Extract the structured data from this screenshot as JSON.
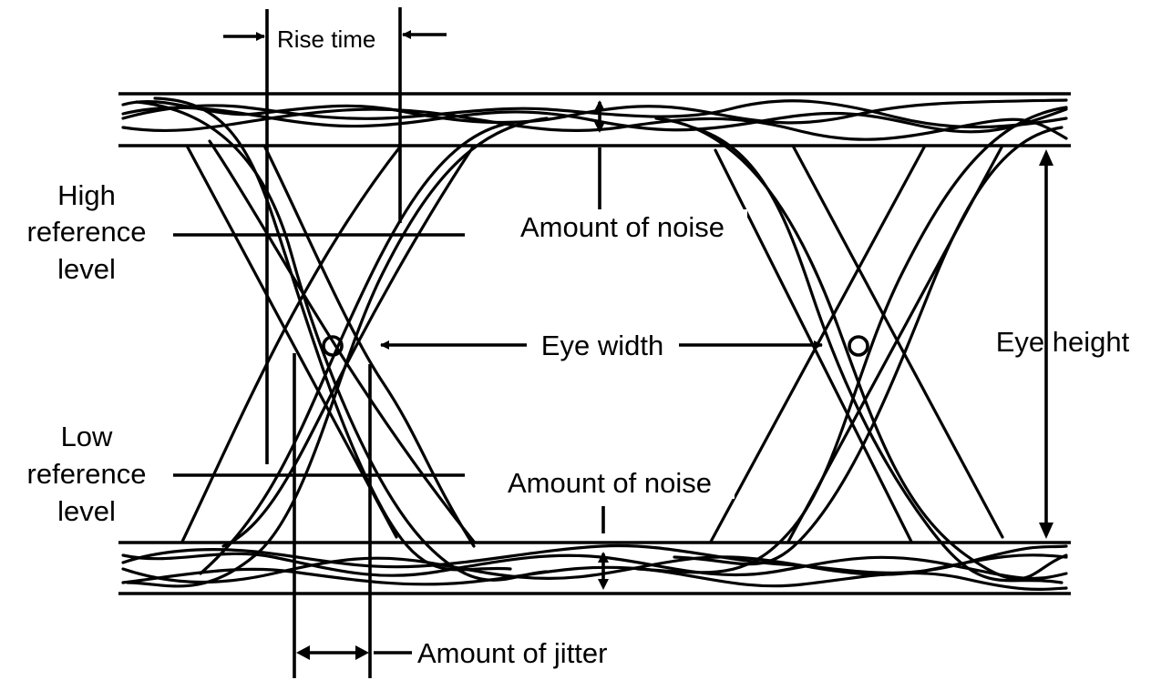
{
  "diagram": {
    "labels": {
      "rise_time": "Rise time",
      "high_reference_level": [
        "High",
        "reference",
        "level"
      ],
      "low_reference_level": [
        "Low",
        "reference",
        "level"
      ],
      "amount_of_noise_top": "Amount of noise",
      "amount_of_noise_bottom": "Amount of noise",
      "eye_width": "Eye width",
      "eye_height": "Eye height",
      "amount_of_jitter": "Amount of jitter"
    }
  }
}
